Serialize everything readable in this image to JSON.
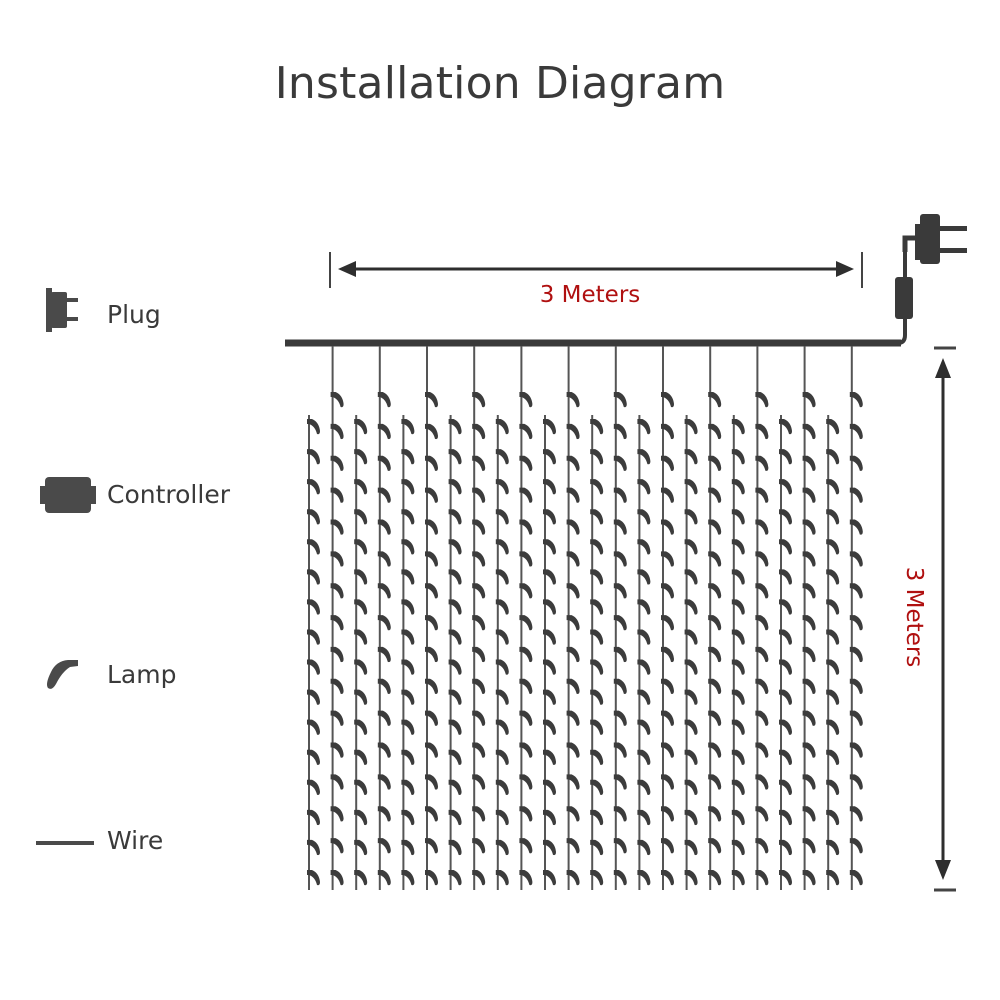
{
  "title": "Installation Diagram",
  "legend": [
    {
      "label": "Plug",
      "icon": "plug-icon"
    },
    {
      "label": "Controller",
      "icon": "controller-icon"
    },
    {
      "label": "Lamp",
      "icon": "lamp-icon"
    },
    {
      "label": "Wire",
      "icon": "wire-icon"
    }
  ],
  "dimensions": {
    "width_label": "3 Meters",
    "height_label": "3 Meters"
  },
  "curtain": {
    "strands": 24,
    "lamps_per_strand": 16
  },
  "colors": {
    "text": "#3a3a3a",
    "accent": "#b01010",
    "wire": "#555555",
    "lamp": "#3c3c3c",
    "legend_icon": "#4a4a4a"
  }
}
